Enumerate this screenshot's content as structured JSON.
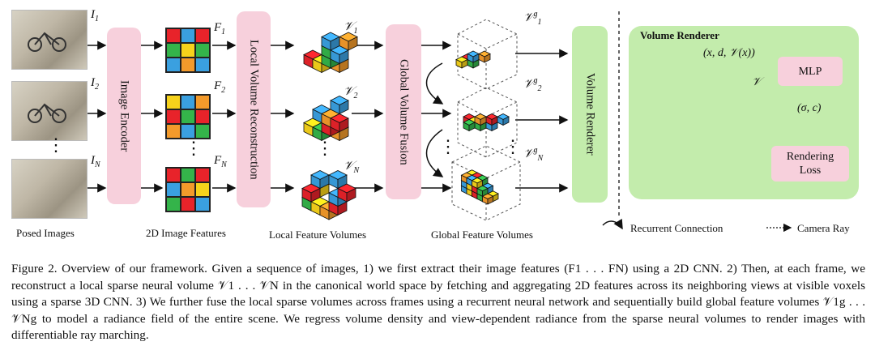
{
  "figure": {
    "inputs": [
      {
        "label_base": "I",
        "label_sub": "1"
      },
      {
        "label_base": "I",
        "label_sub": "2"
      },
      {
        "label_base": "I",
        "label_sub": "N"
      }
    ],
    "image_encoder": "Image Encoder",
    "features": [
      {
        "label_base": "F",
        "label_sub": "1"
      },
      {
        "label_base": "F",
        "label_sub": "2"
      },
      {
        "label_base": "F",
        "label_sub": "N"
      }
    ],
    "local_volume_reconstruction": "Local Volume Reconstruction",
    "local_volumes": [
      {
        "label_base": "𝒱",
        "label_sub": "1"
      },
      {
        "label_base": "𝒱",
        "label_sub": "2"
      },
      {
        "label_base": "𝒱",
        "label_sub": "N"
      }
    ],
    "global_volume_fusion": "Global Volume Fusion",
    "global_volumes": [
      {
        "label_base": "𝒱",
        "label_sup": "g",
        "label_sub": "1"
      },
      {
        "label_base": "𝒱",
        "label_sup": "g",
        "label_sub": "2"
      },
      {
        "label_base": "𝒱",
        "label_sup": "g",
        "label_sub": "N"
      }
    ],
    "volume_renderer_box": "Volume Renderer",
    "renderer_panel": {
      "title": "Volume Renderer",
      "query": "(x, d, 𝒱(x))",
      "volume_label": "𝒱",
      "mlp": "MLP",
      "output": "(σ, c)",
      "loss_line1": "Rendering",
      "loss_line2": "Loss"
    },
    "bottom_labels": {
      "posed_images": "Posed Images",
      "image_features": "2D Image Features",
      "local_feature_volumes": "Local Feature Volumes",
      "global_feature_volumes": "Global Feature Volumes"
    },
    "legend": {
      "recurrent": "Recurrent Connection",
      "camera_ray": "Camera Ray"
    },
    "palette": {
      "red": "#e8232a",
      "blue": "#3aa0e0",
      "green": "#34b44a",
      "yellow": "#f6d21b",
      "orange": "#f39a2b",
      "pink": "#f7d0dc",
      "light_green": "#c3ecac"
    }
  },
  "caption": {
    "text": "Figure 2. Overview of our framework. Given a sequence of images, 1) we first extract their image features (F1 . . . FN) using a 2D CNN. 2) Then, at each frame, we reconstruct a local sparse neural volume 𝒱1 . . . 𝒱N in the canonical world space by fetching and aggregating 2D features across its neighboring views at visible voxels using a sparse 3D CNN. 3) We further fuse the local sparse volumes across frames using a recurrent neural network and sequentially build global feature volumes 𝒱1g . . . 𝒱Ng to model a radiance field of the entire scene. We regress volume density and view-dependent radiance from the sparse neural volumes to render images with differentiable ray marching."
  }
}
